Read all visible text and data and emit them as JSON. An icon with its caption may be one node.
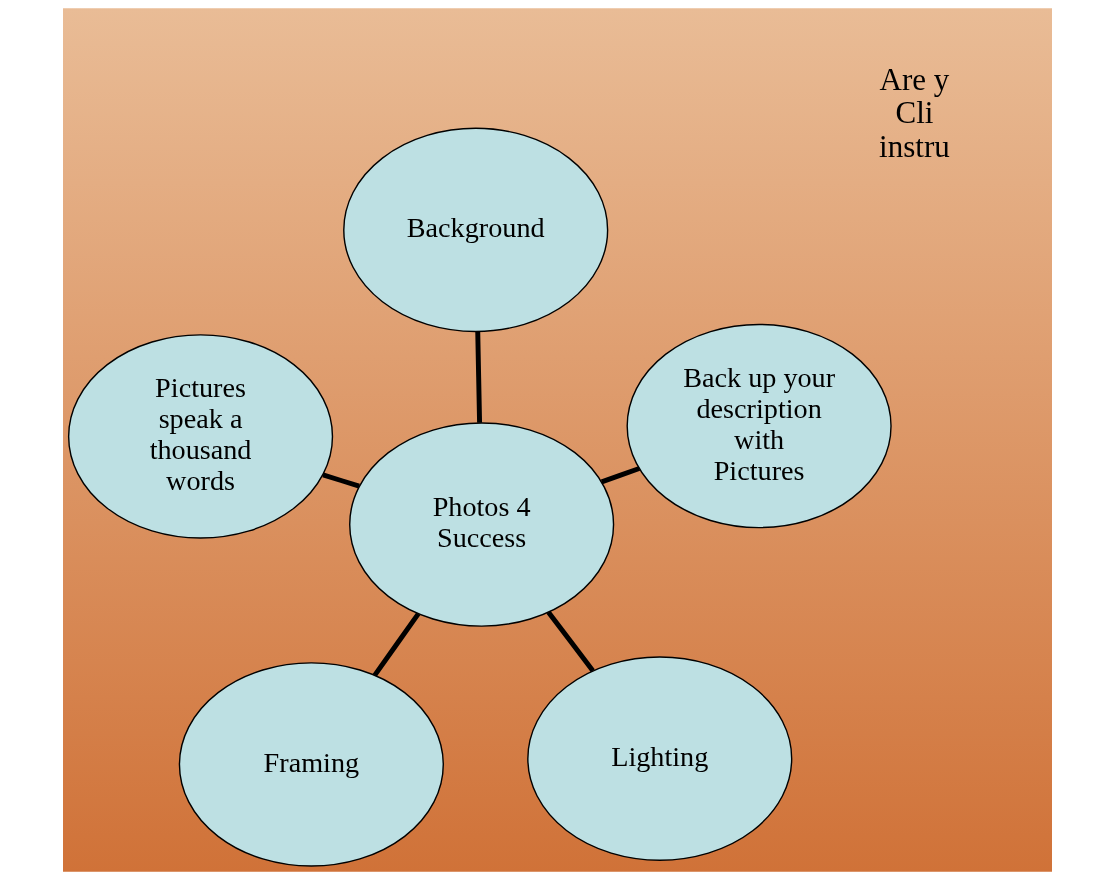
{
  "diagram": {
    "nodes": [
      {
        "text": [
          "Framing"
        ]
      },
      {
        "text": [
          "Lighting"
        ]
      },
      {
        "text": [
          "Photos 4 Success"
        ]
      },
      {
        "text": [
          "Background"
        ]
      },
      {
        "text": [
          "Back up your description with Pictures"
        ]
      },
      {
        "text": [
          "Pictures speak a thousand words"
        ]
      }
    ],
    "edges": [
      {
        "from": 2,
        "to": 0,
        "arrow": "none"
      },
      {
        "from": 2,
        "to": 1,
        "arrow": "none"
      },
      {
        "from": 2,
        "to": 3,
        "arrow": "none"
      },
      {
        "from": 2,
        "to": 4,
        "arrow": "none"
      },
      {
        "from": 2,
        "to": 5,
        "arrow": "none"
      }
    ],
    "labels": [
      "Are y Cli instru"
    ]
  }
}
